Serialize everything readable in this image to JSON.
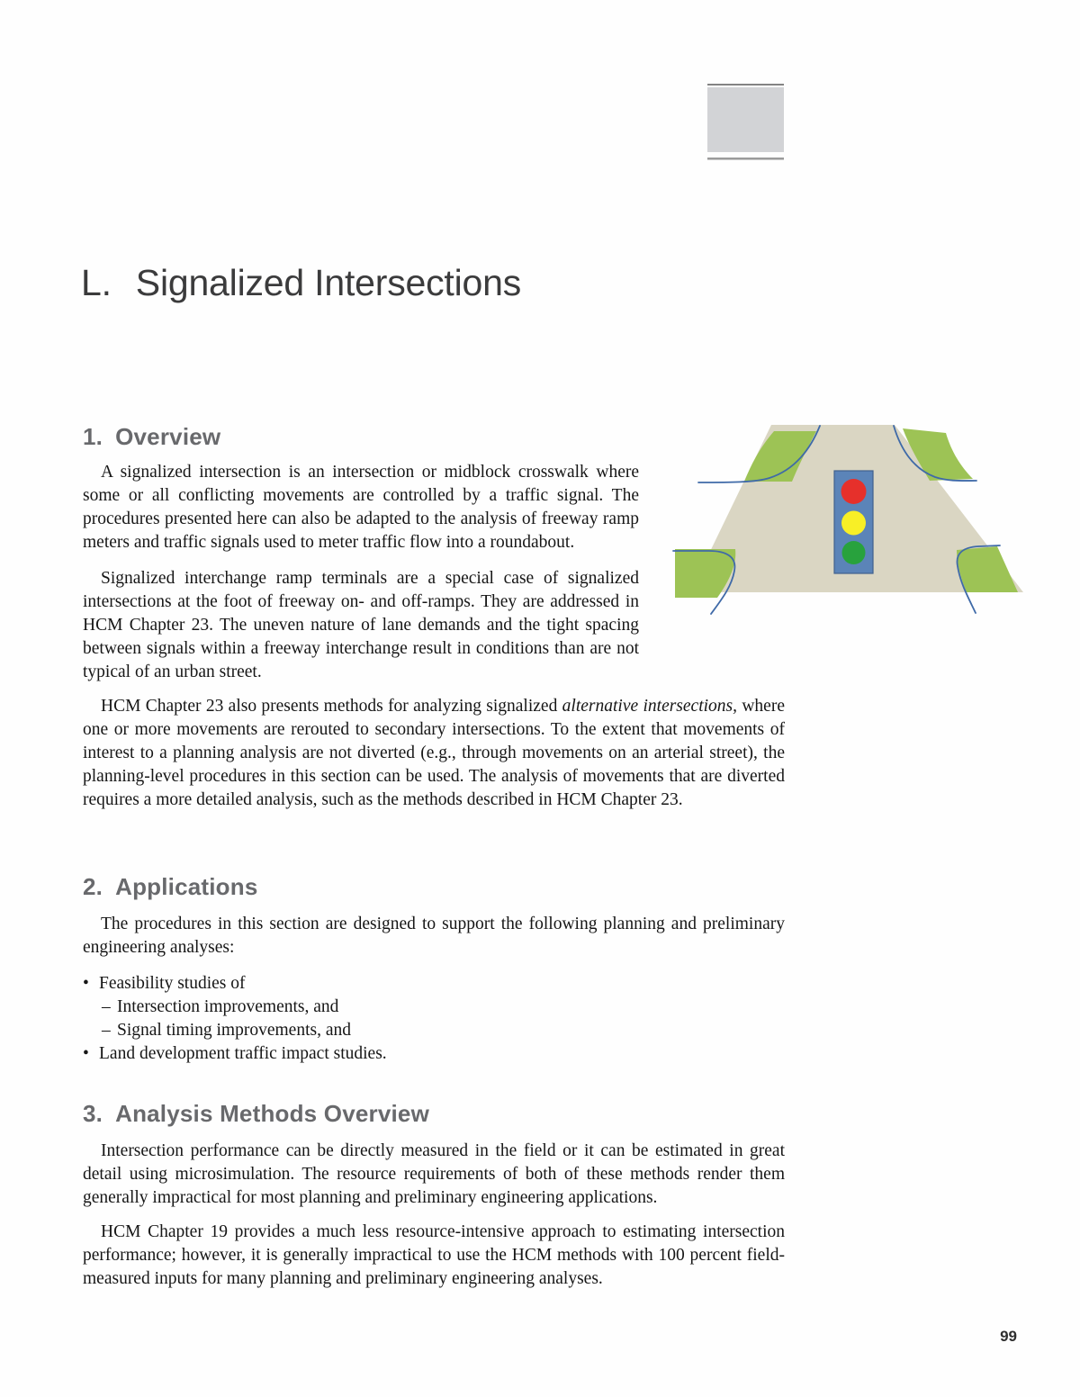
{
  "page": {
    "title_prefix": "L.",
    "title": "Signalized Intersections",
    "page_number": "99"
  },
  "sections": {
    "overview": {
      "number": "1.",
      "title": "Overview",
      "p1": "A signalized intersection is an intersection or midblock crosswalk where some or all conflicting movements are controlled by a traffic signal. The procedures presented here can also be adapted to the analysis of freeway ramp meters and traffic signals used to meter traffic flow into a roundabout.",
      "p2": "Signalized interchange ramp terminals are a special case of signalized intersections at the foot of freeway on- and off-ramps. They are addressed in HCM Chapter 23. The uneven nature of lane demands and the tight spacing between signals within a freeway interchange result in conditions than are not typical of an urban street.",
      "p3_before": "HCM Chapter 23 also presents methods for analyzing signalized ",
      "p3_italic": "alternative intersections,",
      "p3_after": " where one or more movements are rerouted to secondary intersections. To the extent that movements of interest to a planning analysis are not diverted (e.g., through movements on an arterial street), the planning-level procedures in this section can be used. The analysis of movements that are diverted requires a more detailed analysis, such as the methods described in HCM Chapter 23."
    },
    "applications": {
      "number": "2.",
      "title": "Applications",
      "p1": "The procedures in this section are designed to support the following planning and preliminary engineering analyses:",
      "bullets": [
        {
          "marker": "•",
          "text": "Feasibility studies of"
        },
        {
          "marker": "–",
          "text": "Intersection improvements, and"
        },
        {
          "marker": "–",
          "text": "Signal timing improvements, and"
        },
        {
          "marker": "•",
          "text": "Land development traffic impact studies."
        }
      ]
    },
    "analysis": {
      "number": "3.",
      "title": "Analysis Methods Overview",
      "p1": "Intersection performance can be directly measured in the field or it can be estimated in great detail using microsimulation. The resource requirements of both of these methods render them generally impractical for most planning and preliminary engineering applications.",
      "p2": "HCM Chapter 19 provides a much less resource-intensive approach to estimating intersection performance; however, it is generally impractical to use the HCM methods with 100 percent field-measured inputs for many planning and preliminary engineering analyses."
    }
  },
  "figure": {
    "description": "signalized-intersection-illustration",
    "colors": {
      "road": "#dad6c3",
      "grass": "#9dc355",
      "curb": "#3f6aa8",
      "signal_box": "#5b84b8",
      "light_red": "#e6302b",
      "light_yellow": "#f8ef26",
      "light_green": "#28a23d"
    }
  }
}
